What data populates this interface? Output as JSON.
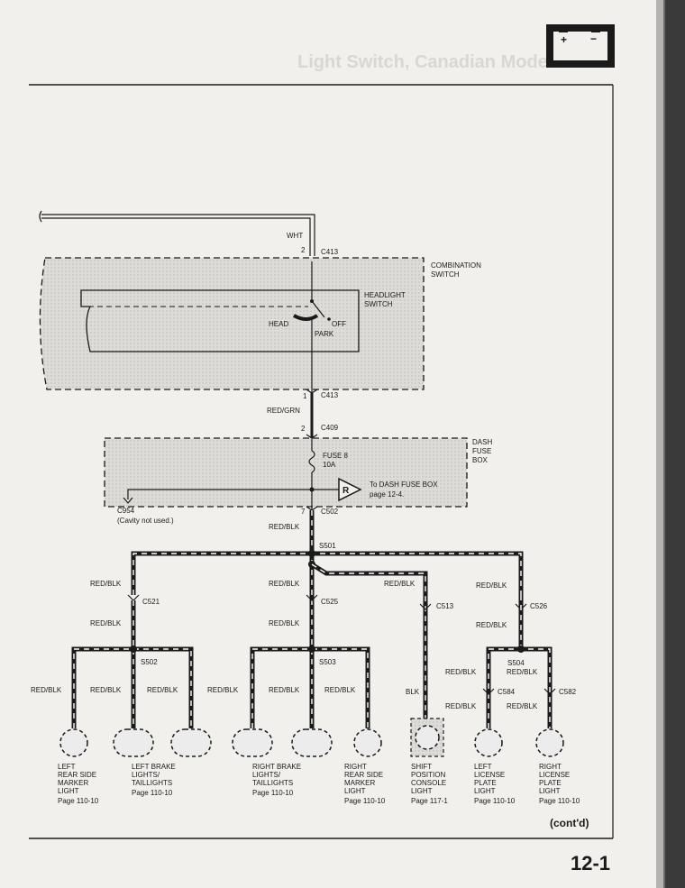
{
  "header": {
    "title": "Light Switch, Canadian Models",
    "page_number": "12-1",
    "contd": "(cont'd)",
    "battery_plus": "+",
    "battery_minus": "−"
  },
  "wires": {
    "wht": "WHT",
    "red_grn": "RED/GRN",
    "red_blk": "RED/BLK",
    "blk": "BLK"
  },
  "connectors": {
    "c413": "C413",
    "c409": "C409",
    "c502": "C502",
    "c954": "C954",
    "c521": "C521",
    "c525": "C525",
    "c513": "C513",
    "c526": "C526",
    "c584": "C584",
    "c582": "C582",
    "pin1": "1",
    "pin2": "2",
    "pin7": "7"
  },
  "splices": {
    "s501": "S501",
    "s502": "S502",
    "s503": "S503",
    "s504": "S504"
  },
  "components": {
    "combination_switch": [
      "COMBINATION",
      "SWITCH"
    ],
    "headlight_switch": [
      "HEADLIGHT",
      "SWITCH"
    ],
    "head": "HEAD",
    "off": "OFF",
    "park": "PARK",
    "dash_fuse_box": [
      "DASH",
      "FUSE",
      "BOX"
    ],
    "fuse": [
      "FUSE 8",
      "10A"
    ],
    "ref_symbol": "R",
    "ref_note": [
      "To DASH FUSE BOX",
      "page 12-4."
    ],
    "cavity_note": "(Cavity not used.)"
  },
  "loads": [
    {
      "lines": [
        "LEFT",
        "REAR SIDE",
        "MARKER",
        "LIGHT",
        "Page 110-10"
      ]
    },
    {
      "lines": [
        "LEFT BRAKE",
        "LIGHTS/",
        "TAILLIGHTS",
        "Page 110-10"
      ]
    },
    {
      "lines": [
        "RIGHT BRAKE",
        "LIGHTS/",
        "TAILLIGHTS",
        "Page 110-10"
      ]
    },
    {
      "lines": [
        "RIGHT",
        "REAR SIDE",
        "MARKER",
        "LIGHT",
        "Page 110-10"
      ]
    },
    {
      "lines": [
        "SHIFT",
        "POSITION",
        "CONSOLE",
        "LIGHT",
        "Page 117-1"
      ]
    },
    {
      "lines": [
        "LEFT",
        "LICENSE",
        "PLATE",
        "LIGHT",
        "Page 110-10"
      ]
    },
    {
      "lines": [
        "RIGHT",
        "LICENSE",
        "PLATE",
        "LIGHT",
        "Page 110-10"
      ]
    }
  ]
}
